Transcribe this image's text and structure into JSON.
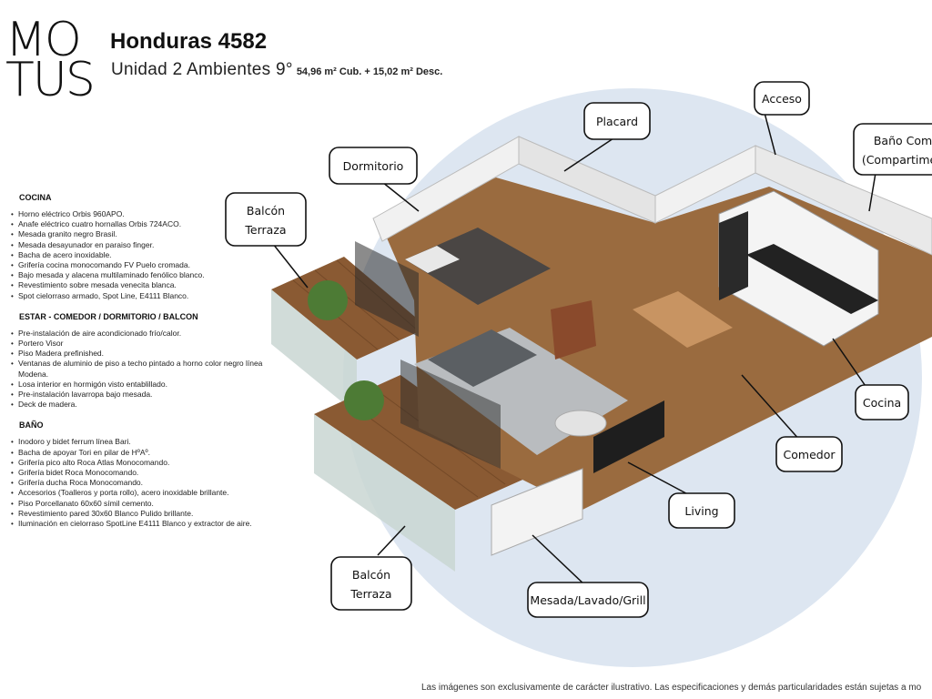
{
  "brand": {
    "logo_line1": "MO",
    "logo_line2": "TUS"
  },
  "header": {
    "title": "Honduras 4582",
    "subtitle": "Unidad 2 Ambientes 9°",
    "area": "54,96 m² Cub. + 15,02 m² Desc."
  },
  "specs": [
    {
      "heading": "COCINA",
      "items": [
        "Horno eléctrico Orbis 960APO.",
        "Anafe eléctrico cuatro hornallas Orbis 724ACO.",
        "Mesada granito negro Brasil.",
        "Mesada desayunador en paraiso finger.",
        "Bacha de acero inoxidable.",
        "Grifería cocina monocomando FV Puelo cromada.",
        "Bajo mesada y alacena multilaminado fenólico blanco.",
        "Revestimiento sobre mesada venecita blanca.",
        "Spot cielorraso armado, Spot Line, E4111 Blanco."
      ]
    },
    {
      "heading": "ESTAR - COMEDOR / DORMITORIO / BALCON",
      "items": [
        "Pre-instalación de aire acondicionado frío/calor.",
        "Portero Visor",
        "Piso Madera prefinished.",
        "Ventanas de aluminio de piso a techo pintado a horno color negro línea Modena.",
        "Losa interior en hormigón visto entablillado.",
        "Pre-instalación lavarropa bajo mesada.",
        "Deck de madera."
      ]
    },
    {
      "heading": "BAÑO",
      "items": [
        "Inodoro y bidet ferrum línea Bari.",
        "Bacha de apoyar Tori en pilar de HºAº.",
        "Grifería pico alto Roca Atlas Monocomando.",
        "Grifería bidet Roca Monocomando.",
        "Grifería ducha Roca Monocomando.",
        "Accesorios (Toalleros y porta rollo), acero inoxidable brillante.",
        "Piso Porcellanato 60x60 símil cemento.",
        "Revestimiento pared 30x60 Blanco Pulido brillante.",
        "Iluminación en cielorraso SpotLine E4111 Blanco y extractor de aire."
      ]
    }
  ],
  "callouts": {
    "dormitorio": "Dormitorio",
    "placard": "Placard",
    "acceso": "Acceso",
    "bano_line1": "Baño Comp",
    "bano_line2": "(Compartimen",
    "balcon_top_line1": "Balcón",
    "balcon_top_line2": "Terraza",
    "cocina": "Cocina",
    "comedor": "Comedor",
    "living": "Living",
    "balcon_bottom_line1": "Balcón",
    "balcon_bottom_line2": "Terraza",
    "mesada": "Mesada/Lavado/Grill"
  },
  "footer": {
    "disclaimer": "Las imágenes son exclusivamente de carácter ilustrativo. Las especificaciones y demás particularidades están sujetas a mo"
  },
  "colors": {
    "circle": "#dde6f1",
    "floor": "#9a6b3f",
    "deck": "#8a5a33",
    "wall": "#f1f1f1",
    "glass": "#c9d6d2"
  }
}
